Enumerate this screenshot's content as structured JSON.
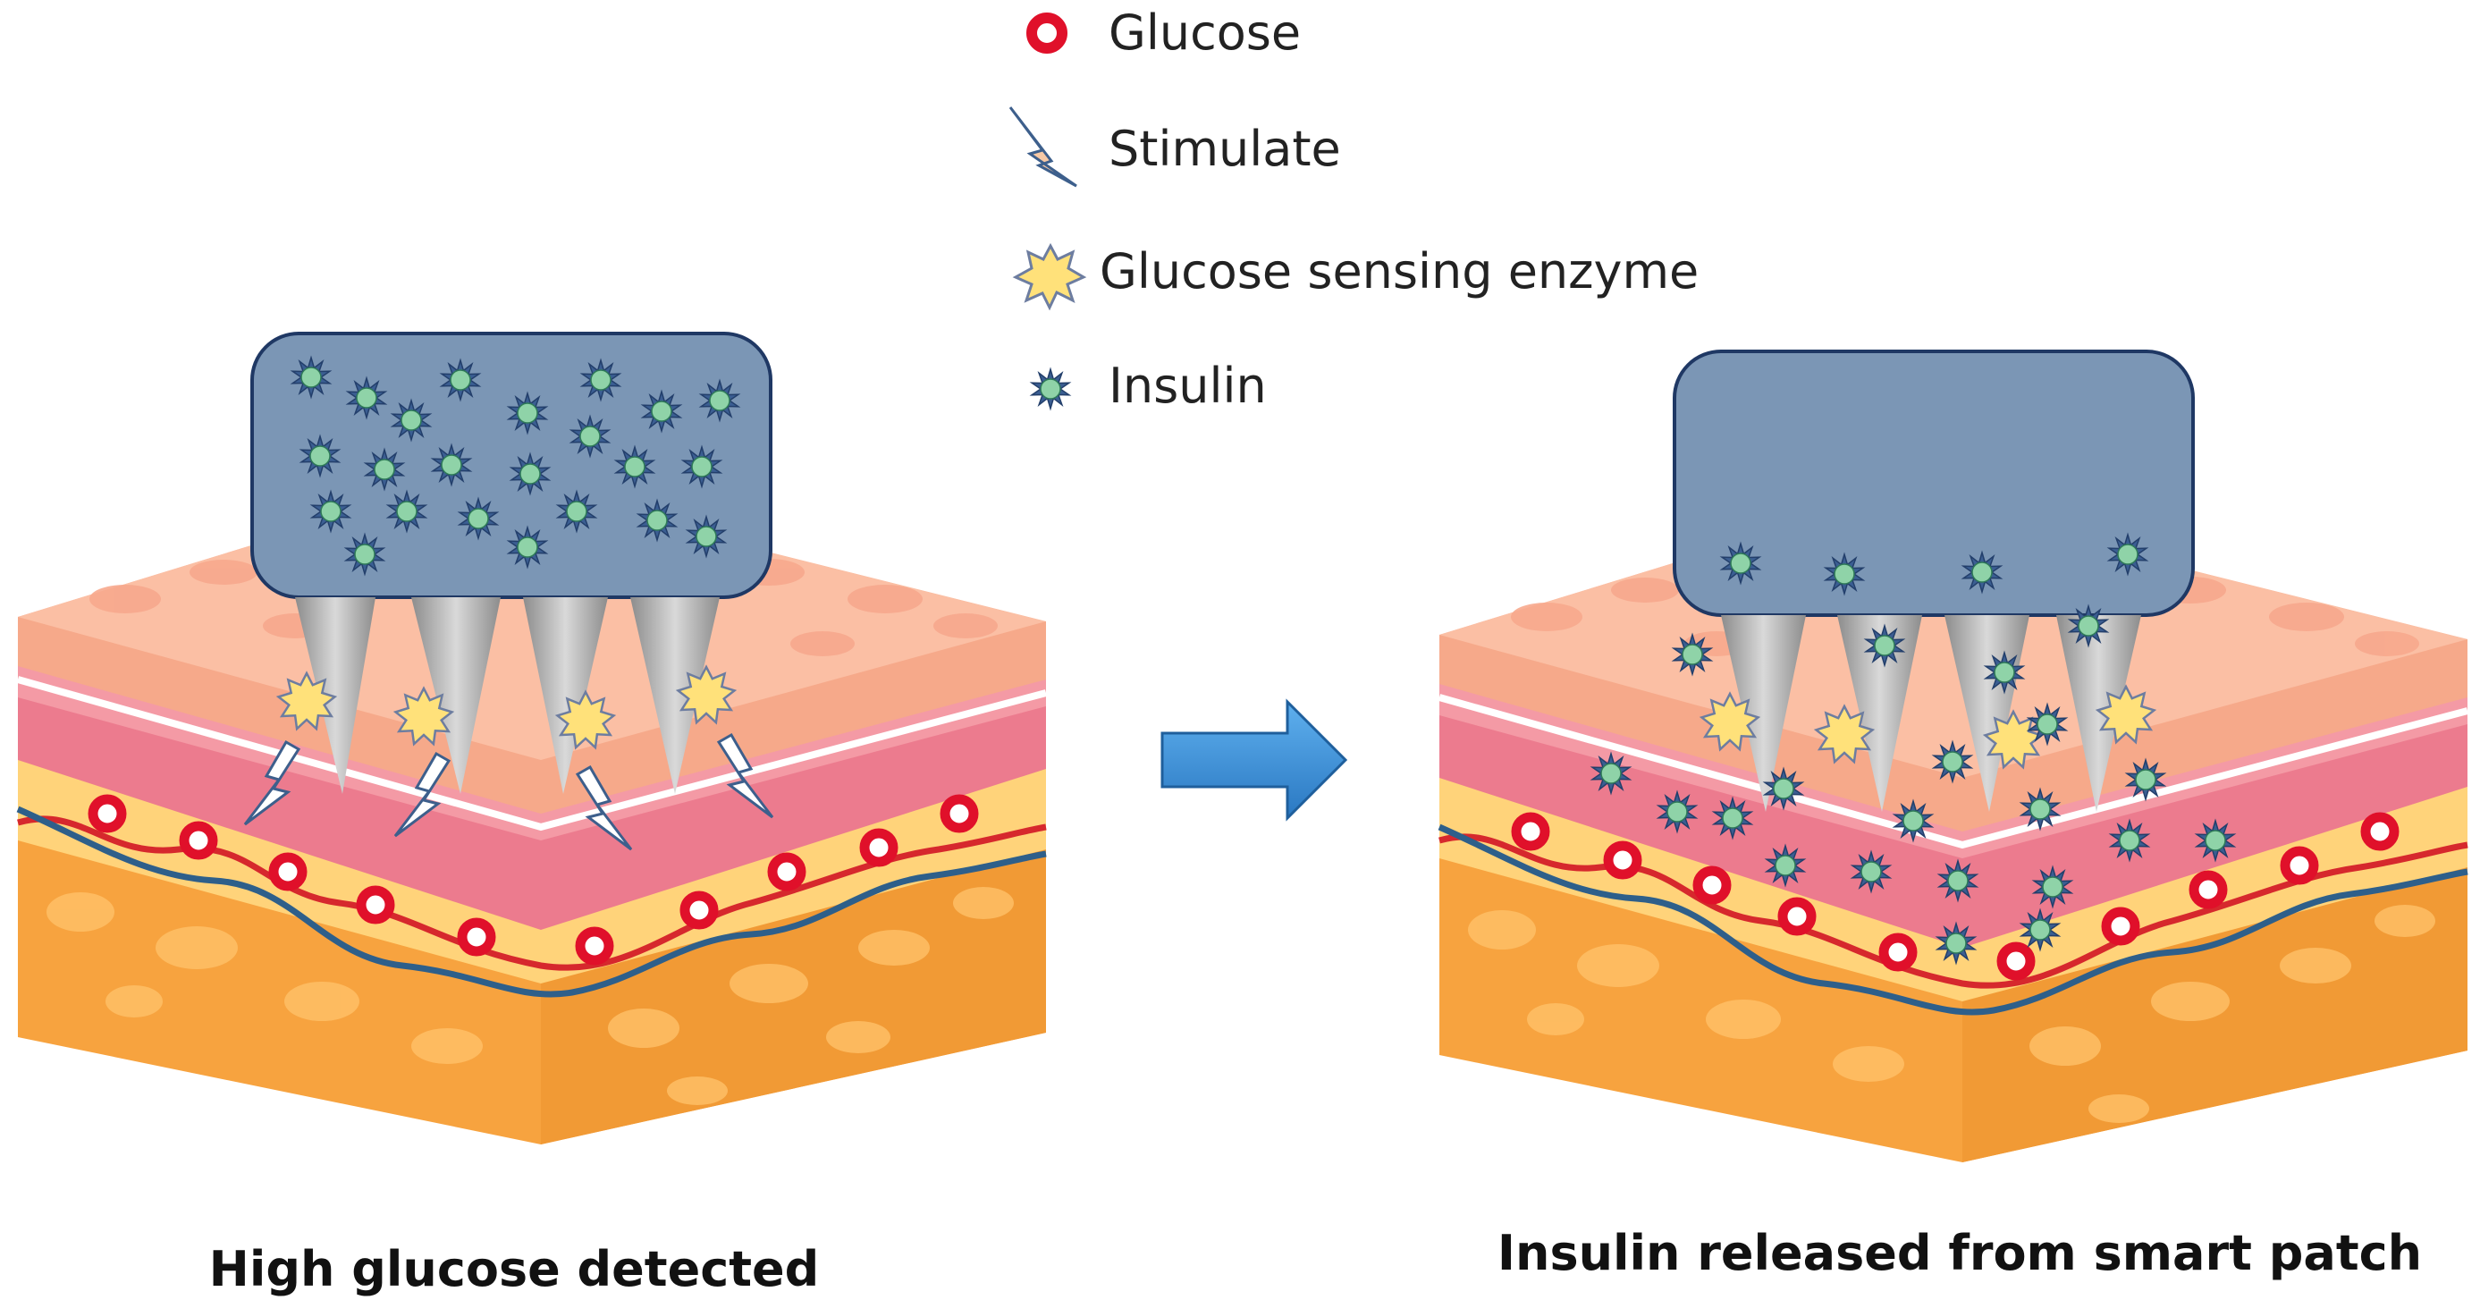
{
  "legend": {
    "items": [
      {
        "icon": "glucose-icon",
        "label": "Glucose"
      },
      {
        "icon": "stimulate-icon",
        "label": "Stimulate"
      },
      {
        "icon": "enzyme-icon",
        "label": "Glucose sensing enzyme"
      },
      {
        "icon": "insulin-icon",
        "label": "Insulin"
      }
    ]
  },
  "panels": {
    "left": {
      "caption": "High glucose detected"
    },
    "right": {
      "caption": "Insulin released from smart patch"
    }
  },
  "colors": {
    "patch": "#7b96b5",
    "patch_outline": "#1f3864",
    "needle": "#a6a6a6",
    "skin_top": "#f6a98a",
    "dermis_pink": "#e9798c",
    "fat": "#f5a94e",
    "fat_light": "#ffd37a",
    "glucose_red": "#e0102a",
    "vessel_blue": "#2e5f8a",
    "insulin_green": "#8fd3a8",
    "enzyme_yellow": "#ffe17a",
    "arrow_blue": "#3a8dd6"
  }
}
